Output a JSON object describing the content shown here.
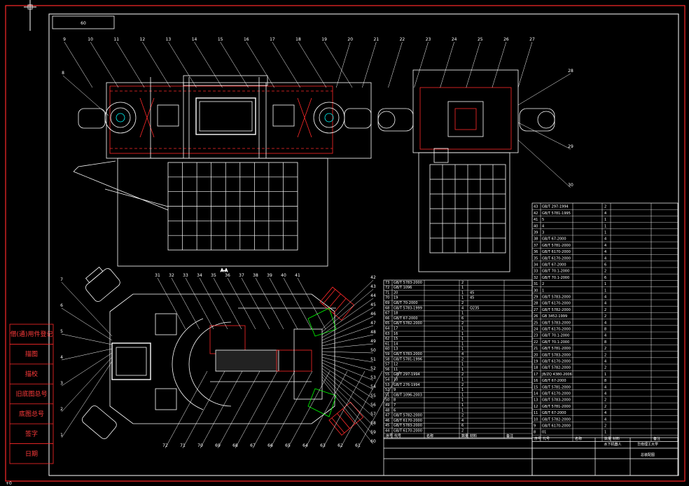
{
  "frame": {
    "view_label": "60",
    "section_label": "A-A",
    "cursor_label": "+0"
  },
  "colors": {
    "line": "#ffffff",
    "accent": "#ff2a2a",
    "cyan": "#00ffff",
    "yellow": "#ffff00",
    "green": "#00ff00",
    "bg": "#000000"
  },
  "side_labels": [
    "借(通)用件登记",
    "描图",
    "描校",
    "旧底图总号",
    "底图总号",
    "签字",
    "日期"
  ],
  "callouts_top": [
    "9",
    "10",
    "11",
    "12",
    "13",
    "14",
    "15",
    "16",
    "17",
    "18",
    "19",
    "20",
    "21",
    "22",
    "23",
    "24",
    "25",
    "26",
    "27"
  ],
  "callouts_left": [
    "8"
  ],
  "callouts_right_top": [
    "28",
    "29",
    "30"
  ],
  "callouts_bottom_top": [
    "31",
    "32",
    "33",
    "34",
    "35",
    "36",
    "37",
    "38",
    "39",
    "40",
    "41"
  ],
  "callouts_bottom_left": [
    "7",
    "6",
    "5",
    "4",
    "3",
    "2",
    "1"
  ],
  "callouts_bottom_right": [
    "42",
    "43",
    "44",
    "45",
    "46",
    "47",
    "48",
    "49",
    "50",
    "51",
    "52",
    "53",
    "54",
    "55",
    "56",
    "57",
    "58",
    "59",
    "60"
  ],
  "callouts_bottom_base": [
    "72",
    "71",
    "70",
    "69",
    "68",
    "67",
    "66",
    "65",
    "64",
    "63",
    "62",
    "61"
  ],
  "bom_mid": {
    "rows": [
      {
        "n": "73",
        "c": "GB/T 5783-2000",
        "q": "2",
        "m": ""
      },
      {
        "n": "72",
        "c": "GB/T 1096",
        "q": "1",
        "m": ""
      },
      {
        "n": "71",
        "c": "20",
        "q": "1",
        "m": "45"
      },
      {
        "n": "70",
        "c": "19",
        "q": "1",
        "m": "45"
      },
      {
        "n": "69",
        "c": "GB/T 70-2000",
        "q": "2",
        "m": ""
      },
      {
        "n": "68",
        "c": "GB/T 5783-1999",
        "q": "4",
        "m": "Q235"
      },
      {
        "n": "67",
        "c": "18",
        "q": "1",
        "m": ""
      },
      {
        "n": "66",
        "c": "GB/T 67-2000",
        "q": "6",
        "m": ""
      },
      {
        "n": "65",
        "c": "GB/T 5782-2000",
        "q": "2",
        "m": ""
      },
      {
        "n": "64",
        "c": "17",
        "q": "1",
        "m": ""
      },
      {
        "n": "63",
        "c": "16",
        "q": "1",
        "m": ""
      },
      {
        "n": "62",
        "c": "15",
        "q": "1",
        "m": ""
      },
      {
        "n": "61",
        "c": "14",
        "q": "1",
        "m": ""
      },
      {
        "n": "60",
        "c": "13",
        "q": "1",
        "m": ""
      },
      {
        "n": "59",
        "c": "GB/T 5783-2000",
        "q": "4",
        "m": ""
      },
      {
        "n": "58",
        "c": "GB/T 5781-1996",
        "q": "2",
        "m": ""
      },
      {
        "n": "57",
        "c": "12",
        "q": "1",
        "m": ""
      },
      {
        "n": "56",
        "c": "11",
        "q": "1",
        "m": ""
      },
      {
        "n": "55",
        "c": "GB/T 297-1994",
        "q": "2",
        "m": ""
      },
      {
        "n": "54",
        "c": "10",
        "q": "1",
        "m": ""
      },
      {
        "n": "53",
        "c": "GB/T 276-1994",
        "q": "2",
        "m": ""
      },
      {
        "n": "52",
        "c": "9",
        "q": "1",
        "m": ""
      },
      {
        "n": "51",
        "c": "GB/T 1096-2003",
        "q": "1",
        "m": ""
      },
      {
        "n": "50",
        "c": "8",
        "q": "1",
        "m": ""
      },
      {
        "n": "49",
        "c": "7",
        "q": "1",
        "m": ""
      },
      {
        "n": "48",
        "c": "6",
        "q": "1",
        "m": ""
      },
      {
        "n": "47",
        "c": "GB/T 5782-2000",
        "q": "2",
        "m": ""
      },
      {
        "n": "46",
        "c": "GB/T 6170-2000",
        "q": "4",
        "m": ""
      },
      {
        "n": "45",
        "c": "GB/T 5783-2000",
        "q": "6",
        "m": ""
      },
      {
        "n": "44",
        "c": "GB/T 6170-2000",
        "q": "2",
        "m": ""
      }
    ],
    "header": [
      "序号",
      "代号",
      "名称",
      "数量",
      "材料",
      "备注"
    ]
  },
  "bom_right": {
    "rows": [
      {
        "n": "43",
        "c": "GB/T 297-1994",
        "q": "2"
      },
      {
        "n": "42",
        "c": "GB/T 5781-1995",
        "q": "4"
      },
      {
        "n": "41",
        "c": "5",
        "q": "1"
      },
      {
        "n": "40",
        "c": "4",
        "q": "1"
      },
      {
        "n": "39",
        "c": "3",
        "q": "1"
      },
      {
        "n": "38",
        "c": "GB/T 67-2000",
        "q": "4"
      },
      {
        "n": "37",
        "c": "GB/T 5781-2000",
        "q": "4"
      },
      {
        "n": "36",
        "c": "GB/T 6170-2000",
        "q": "4"
      },
      {
        "n": "35",
        "c": "GB/T 6170-2000",
        "q": "4"
      },
      {
        "n": "34",
        "c": "GB/T 67-2000",
        "q": "6"
      },
      {
        "n": "33",
        "c": "GB/T 70.1-2000",
        "q": "2"
      },
      {
        "n": "32",
        "c": "GB/T 70.1-2000",
        "q": "6"
      },
      {
        "n": "31",
        "c": "2",
        "q": "1"
      },
      {
        "n": "30",
        "c": "1",
        "q": "1"
      },
      {
        "n": "29",
        "c": "GB/T 5783-2000",
        "q": "4"
      },
      {
        "n": "28",
        "c": "GB/T 6170-2000",
        "q": "4"
      },
      {
        "n": "27",
        "c": "GB/T 5782-2000",
        "q": "2"
      },
      {
        "n": "26",
        "c": "GB 3452-1999",
        "q": "2"
      },
      {
        "n": "25",
        "c": "GB/T 5783-2000",
        "q": "4"
      },
      {
        "n": "24",
        "c": "GB/T 6170-2000",
        "q": "8"
      },
      {
        "n": "23",
        "c": "GB/T 70.1-2000",
        "q": "4"
      },
      {
        "n": "22",
        "c": "GB/T 70.1-2000",
        "q": "8"
      },
      {
        "n": "21",
        "c": "GB/T 5781-2000",
        "q": "2"
      },
      {
        "n": "20",
        "c": "GB/T 5783-2000",
        "q": "2"
      },
      {
        "n": "19",
        "c": "GB/T 6170-2000",
        "q": "4"
      },
      {
        "n": "18",
        "c": "GB/T 5782-2000",
        "q": "2"
      },
      {
        "n": "17",
        "c": "JB/ZQ 4380-2006",
        "q": "1"
      },
      {
        "n": "16",
        "c": "GB/T 67-2000",
        "q": "8"
      },
      {
        "n": "15",
        "c": "GB/T 5781-2000",
        "q": "4"
      },
      {
        "n": "14",
        "c": "GB/T 6170-2000",
        "q": "4"
      },
      {
        "n": "13",
        "c": "GB/T 5783-2000",
        "q": "2"
      },
      {
        "n": "12",
        "c": "GB/T 5781-2000",
        "q": "2"
      },
      {
        "n": "11",
        "c": "GB/T 67-2000",
        "q": "4"
      },
      {
        "n": "10",
        "c": "GB/T 5782-2000",
        "q": "4"
      },
      {
        "n": "9",
        "c": "GB/T 6170-2000",
        "q": "2"
      },
      {
        "n": "8",
        "c": "01",
        "q": "1"
      }
    ],
    "header": [
      "序号",
      "代号",
      "名称",
      "数量",
      "材料",
      "备注"
    ]
  },
  "title_block": {
    "school": "华南理工大学",
    "title": "水下机器人",
    "sheet": "总装配图"
  }
}
